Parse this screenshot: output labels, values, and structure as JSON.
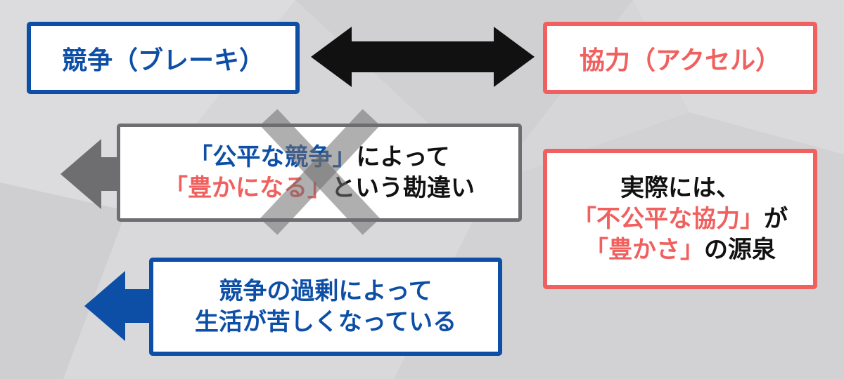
{
  "top": {
    "left_label": "競争（ブレーキ）",
    "right_label": "協力（アクセル）"
  },
  "misconception": {
    "line1_quote": "「公平な競争」",
    "line1_rest": "によって",
    "line2_quote": "「豊かになる」",
    "line2_rest": "という勘違い"
  },
  "reality": {
    "line1": "実際には、",
    "line2_quote": "「不公平な協力」",
    "line2_rest": "が",
    "line3_quote": "「豊かさ」",
    "line3_rest": "の源泉"
  },
  "excess": {
    "line1": "競争の過剰によって",
    "line2": "生活が苦しくなっている"
  },
  "colors": {
    "blue": "#0d4fa6",
    "red": "#f0605e",
    "gray": "#6e6e70",
    "black": "#111111"
  }
}
